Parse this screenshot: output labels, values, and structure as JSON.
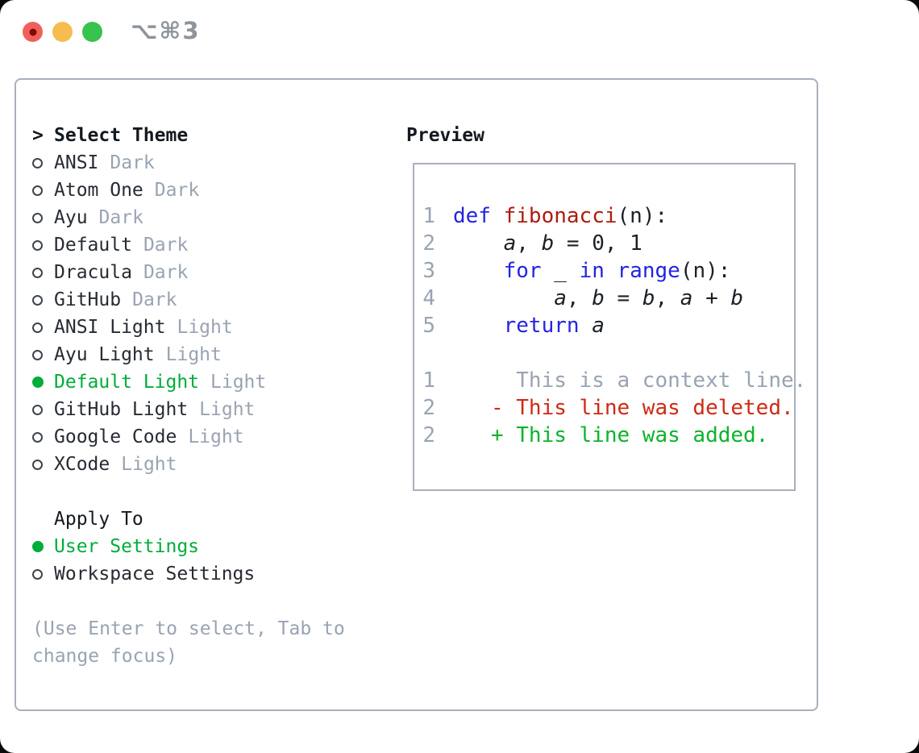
{
  "window": {
    "shortcut_label": "⌥⌘3"
  },
  "traffic_lights": [
    {
      "name": "close",
      "color": "#f0605a",
      "dot": "#7e0c03"
    },
    {
      "name": "minimize",
      "color": "#f6bd4e",
      "dot": ""
    },
    {
      "name": "zoom",
      "color": "#38c24e",
      "dot": ""
    }
  ],
  "left_panel": {
    "title_marker": ">",
    "title": "Select Theme",
    "themes": [
      {
        "name": "ANSI",
        "variant": "Dark",
        "selected": false
      },
      {
        "name": "Atom One",
        "variant": "Dark",
        "selected": false
      },
      {
        "name": "Ayu",
        "variant": "Dark",
        "selected": false
      },
      {
        "name": "Default",
        "variant": "Dark",
        "selected": false
      },
      {
        "name": "Dracula",
        "variant": "Dark",
        "selected": false
      },
      {
        "name": "GitHub",
        "variant": "Dark",
        "selected": false
      },
      {
        "name": "ANSI Light",
        "variant": "Light",
        "selected": false
      },
      {
        "name": "Ayu Light",
        "variant": "Light",
        "selected": false
      },
      {
        "name": "Default Light",
        "variant": "Light",
        "selected": true
      },
      {
        "name": "GitHub Light",
        "variant": "Light",
        "selected": false
      },
      {
        "name": "Google Code",
        "variant": "Light",
        "selected": false
      },
      {
        "name": "XCode",
        "variant": "Light",
        "selected": false
      }
    ],
    "apply_to": {
      "title": "Apply To",
      "options": [
        {
          "label": "User Settings",
          "selected": true
        },
        {
          "label": "Workspace Settings",
          "selected": false
        }
      ]
    },
    "hint_lines": [
      "(Use Enter to select, Tab to",
      "change focus)"
    ]
  },
  "preview": {
    "title": "Preview",
    "code_lines": [
      {
        "num": "1",
        "tokens": [
          [
            "kw",
            "def"
          ],
          [
            "pl",
            " "
          ],
          [
            "fn",
            "fibonacci"
          ],
          [
            "pl",
            "(n):"
          ]
        ]
      },
      {
        "num": "2",
        "tokens": [
          [
            "pl",
            "    "
          ],
          [
            "var",
            "a"
          ],
          [
            "pl",
            ", "
          ],
          [
            "var",
            "b"
          ],
          [
            "pl",
            " = 0, 1"
          ]
        ]
      },
      {
        "num": "3",
        "tokens": [
          [
            "pl",
            "    "
          ],
          [
            "kw",
            "for"
          ],
          [
            "pl",
            " _ "
          ],
          [
            "kw",
            "in"
          ],
          [
            "pl",
            " "
          ],
          [
            "kw",
            "range"
          ],
          [
            "pl",
            "(n):"
          ]
        ]
      },
      {
        "num": "4",
        "tokens": [
          [
            "pl",
            "        "
          ],
          [
            "var",
            "a"
          ],
          [
            "pl",
            ", "
          ],
          [
            "var",
            "b"
          ],
          [
            "pl",
            " = "
          ],
          [
            "var",
            "b"
          ],
          [
            "pl",
            ", "
          ],
          [
            "var",
            "a"
          ],
          [
            "pl",
            " + "
          ],
          [
            "var",
            "b"
          ]
        ]
      },
      {
        "num": "5",
        "tokens": [
          [
            "pl",
            "    "
          ],
          [
            "kw",
            "return"
          ],
          [
            "pl",
            " "
          ],
          [
            "var",
            "a"
          ]
        ]
      }
    ],
    "diff_lines": [
      {
        "num": "1",
        "kind": "context",
        "text": "     This is a context line."
      },
      {
        "num": "2",
        "kind": "deleted",
        "text": "   - This line was deleted."
      },
      {
        "num": "2",
        "kind": "added",
        "text": "   + This line was added."
      }
    ]
  },
  "colors": {
    "accent_green": "#00ad3a",
    "added_green": "#0cb42c",
    "deleted_red": "#cf2a13",
    "keyword_blue": "#2424e0",
    "function_red": "#ad1d0d",
    "muted_gray": "#99a3b3",
    "text_dark": "#262b33",
    "border_gray": "#a9b0bb"
  }
}
